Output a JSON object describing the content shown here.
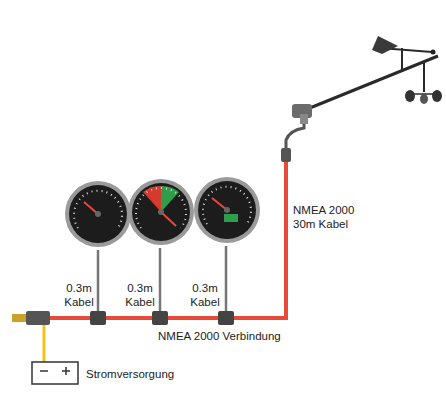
{
  "diagram": {
    "labels": [
      "0.3m Kabel",
      "0.3m Kabel",
      "0.3m Kabel",
      "NMEA 2000 30m Kabel",
      "NMEA 2000 Verbindung",
      "Stromversorgung"
    ]
  }
}
